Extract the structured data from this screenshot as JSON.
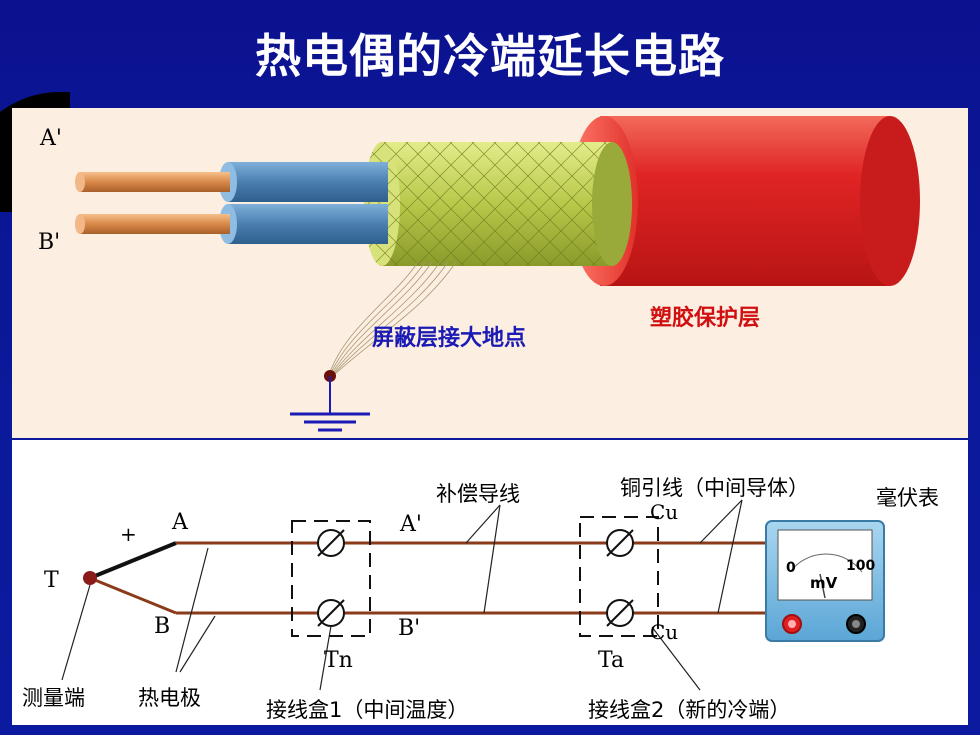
{
  "title": "热电偶的冷端延长电路",
  "cable": {
    "wire_a": "A'",
    "wire_b": "B'",
    "shield_label": "屏蔽层接大地点",
    "jacket_label": "塑胶保护层"
  },
  "circuit": {
    "plus": "+",
    "node_a": "A",
    "node_b": "B",
    "node_t": "T",
    "node_a_prime": "A'",
    "node_b_prime": "B'",
    "cu_top": "Cu",
    "cu_bottom": "Cu",
    "tn": "Tn",
    "ta": "Ta",
    "comp_wire": "补偿导线",
    "copper_wire": "铜引线（中间导体）",
    "millivoltmeter": "毫伏表",
    "measure_end": "测量端",
    "thermo_electrode": "热电极",
    "box1": "接线盒1（中间温度）",
    "box2": "接线盒2（新的冷端）",
    "meter": {
      "zero": "0",
      "max": "100",
      "unit": "mV"
    }
  },
  "colors": {
    "background": "#0b1290",
    "top_panel": "#fdeee2",
    "jacket_red": "#e02424",
    "shield_green": "#b8c84a",
    "insulation_blue": "#4a7fb0",
    "copper": "#d9894a",
    "wire_brown": "#8b3a1a",
    "label_blue": "#1a1ab4",
    "label_red": "#d01010"
  }
}
